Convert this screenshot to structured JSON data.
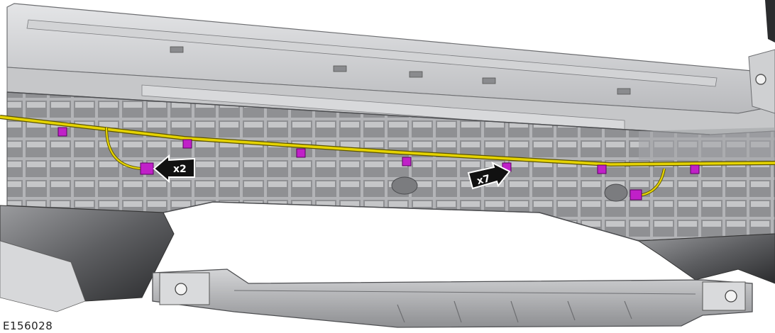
{
  "figure": {
    "id": "E156028",
    "callouts": [
      {
        "label": "x2"
      },
      {
        "label": "x7"
      }
    ],
    "colors": {
      "harness": "#e6d400",
      "clip": "#c020c8",
      "arrow": "#111111",
      "part": "#b8b9bb"
    }
  }
}
